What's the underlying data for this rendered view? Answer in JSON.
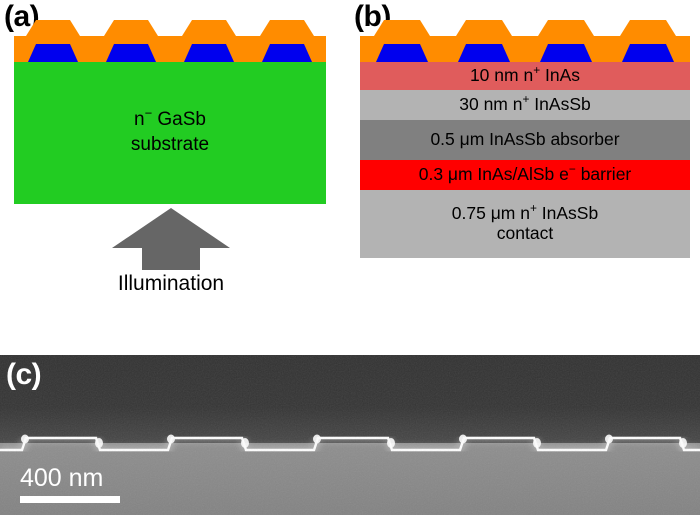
{
  "figure": {
    "panels": [
      {
        "id": "a",
        "label": "(a)"
      },
      {
        "id": "b",
        "label": "(b)"
      },
      {
        "id": "c",
        "label": "(c)"
      }
    ]
  },
  "panel_a": {
    "label": "(a)",
    "substrate": {
      "line1_prefix": "n",
      "line1_sup": "−",
      "line1_suffix": " GaSb",
      "line2": "substrate",
      "color": "#22cc22"
    },
    "illumination": {
      "caption": "Illumination",
      "arrow_color": "#666666",
      "direction": "up"
    },
    "grating": {
      "bump_color": "#ff8c00",
      "base_color": "#ff8c00",
      "inclusion_color": "#0000ee",
      "periods": 4
    }
  },
  "panel_b": {
    "label": "(b)",
    "grating": {
      "bump_color": "#ff8c00",
      "base_color": "#ff8c00",
      "inclusion_color": "#0000ee",
      "periods": 4
    },
    "layers": [
      {
        "name": "inas-cap",
        "thickness": "10 nm",
        "prefix": "10 nm n",
        "sup": "+",
        "suffix": " InAs",
        "color": "#e05c5c"
      },
      {
        "name": "inassb-contact-thin",
        "thickness": "30 nm",
        "prefix": "30 nm n",
        "sup": "+",
        "suffix": " InAsSb",
        "color": "#b3b3b3"
      },
      {
        "name": "inassb-absorber",
        "thickness": "0.5 μm",
        "prefix": "0.5 μm InAsSb absorber",
        "sup": "",
        "suffix": "",
        "color": "#808080"
      },
      {
        "name": "electron-barrier",
        "thickness": "0.3 μm",
        "prefix": "0.3 μm InAs/AlSb e",
        "sup": "−",
        "suffix": " barrier",
        "color": "#ff0000"
      },
      {
        "name": "inassb-bottom-contact",
        "thickness": "0.75 μm",
        "prefix": "0.75 μm n",
        "sup": "+",
        "suffix": " InAsSb",
        "line2": "contact",
        "color": "#b3b3b3"
      }
    ]
  },
  "panel_c": {
    "label": "(c)",
    "scalebar": {
      "label": "400 nm",
      "bar_color": "#ffffff",
      "text_color": "#ffffff"
    },
    "image_description": "cross-sectional SEM of etched grating",
    "background_top_color": "#2e2e2e",
    "background_bottom_color": "#8a8a8a"
  }
}
